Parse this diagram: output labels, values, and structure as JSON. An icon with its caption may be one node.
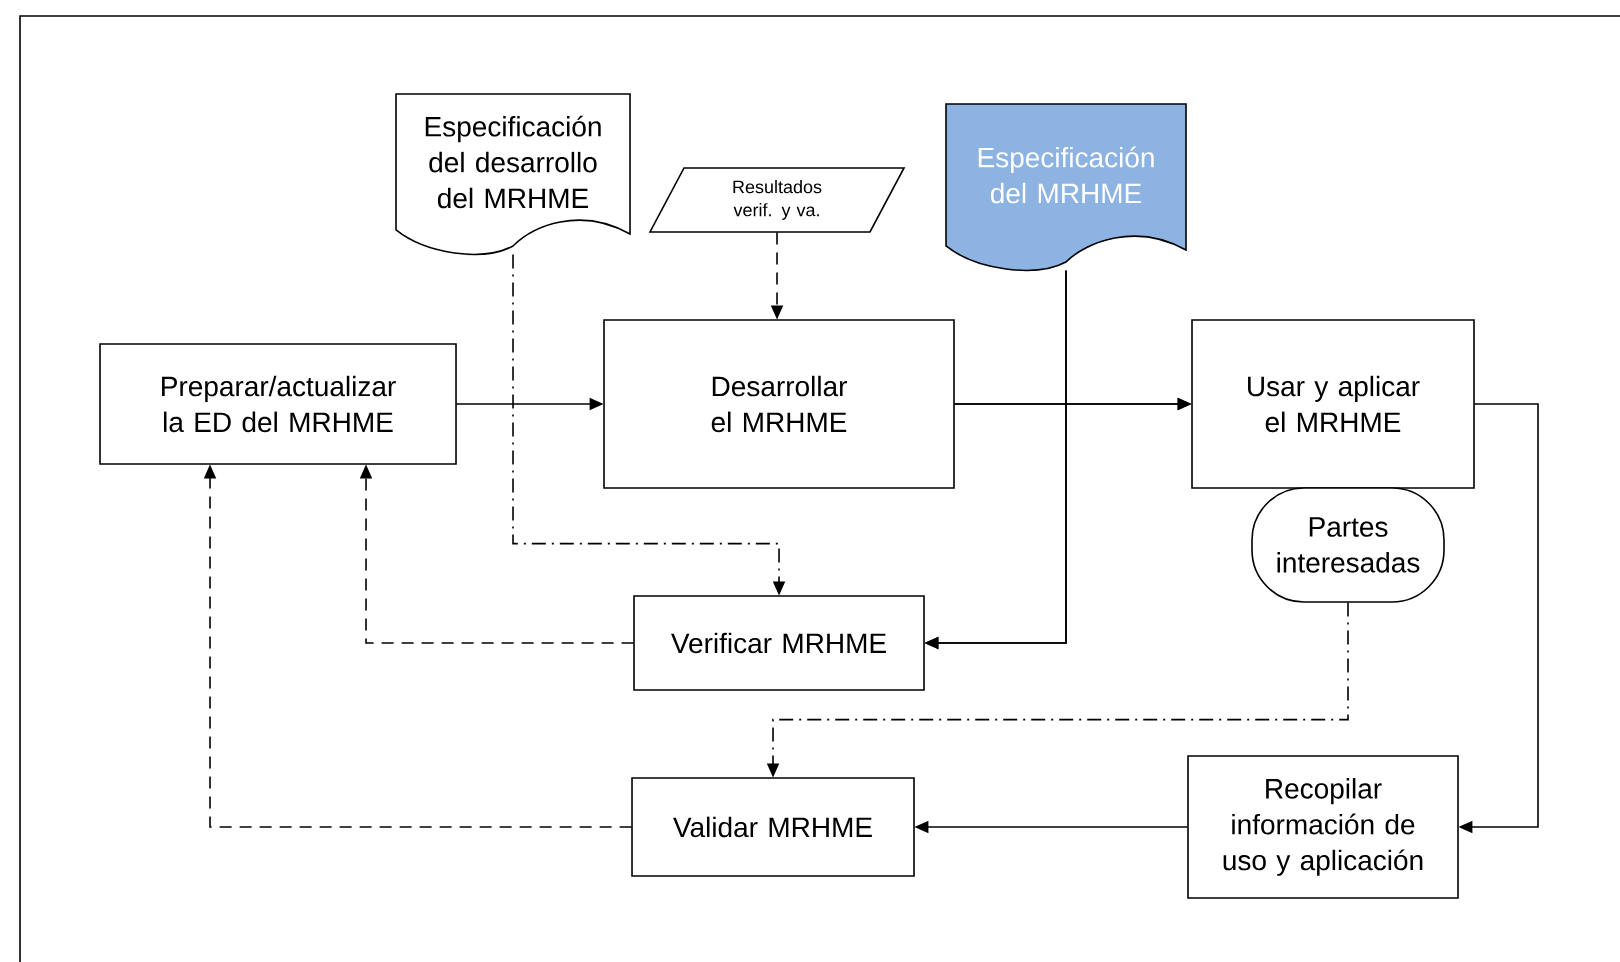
{
  "diagram": {
    "nodes": [
      {
        "text": [
          "Preparar/actualizar la ED del MRHME"
        ]
      },
      {
        "text": [
          "Especificación del desarrollo del MRHME"
        ]
      },
      {
        "text": [
          "Resultados verif. y va."
        ]
      },
      {
        "text": [
          "Desarrollar el MRHME"
        ]
      },
      {
        "text": [
          "Especificación del MRHME"
        ]
      },
      {
        "text": [
          "Usar y aplicar el MRHME"
        ]
      },
      {
        "text": [
          "Partes interesadas"
        ]
      },
      {
        "text": [
          "Verificar MRHME"
        ]
      },
      {
        "text": [
          "Recopilar información de uso y aplicación"
        ]
      },
      {
        "text": [
          "Validar MRHME"
        ]
      }
    ],
    "edges": [
      {
        "from": 0,
        "to": 3,
        "arrow": "to"
      },
      {
        "from": 1,
        "to": 7,
        "arrow": "to",
        "style": "dashed"
      },
      {
        "from": 2,
        "to": 3,
        "arrow": "to",
        "style": "dashed"
      },
      {
        "from": 3,
        "to": 5,
        "arrow": "to"
      },
      {
        "from": 4,
        "to": 5,
        "arrow": "to"
      },
      {
        "from": 3,
        "to": 7,
        "arrow": "to"
      },
      {
        "from": 4,
        "to": 7,
        "arrow": "to"
      },
      {
        "from": 5,
        "to": 8,
        "arrow": "to"
      },
      {
        "from": 6,
        "to": 9,
        "arrow": "to",
        "style": "dashed"
      },
      {
        "from": 7,
        "to": 0,
        "arrow": "to",
        "style": "dashed"
      },
      {
        "from": 8,
        "to": 9,
        "arrow": "to"
      },
      {
        "from": 9,
        "to": 0,
        "arrow": "to",
        "style": "dashed"
      }
    ]
  }
}
